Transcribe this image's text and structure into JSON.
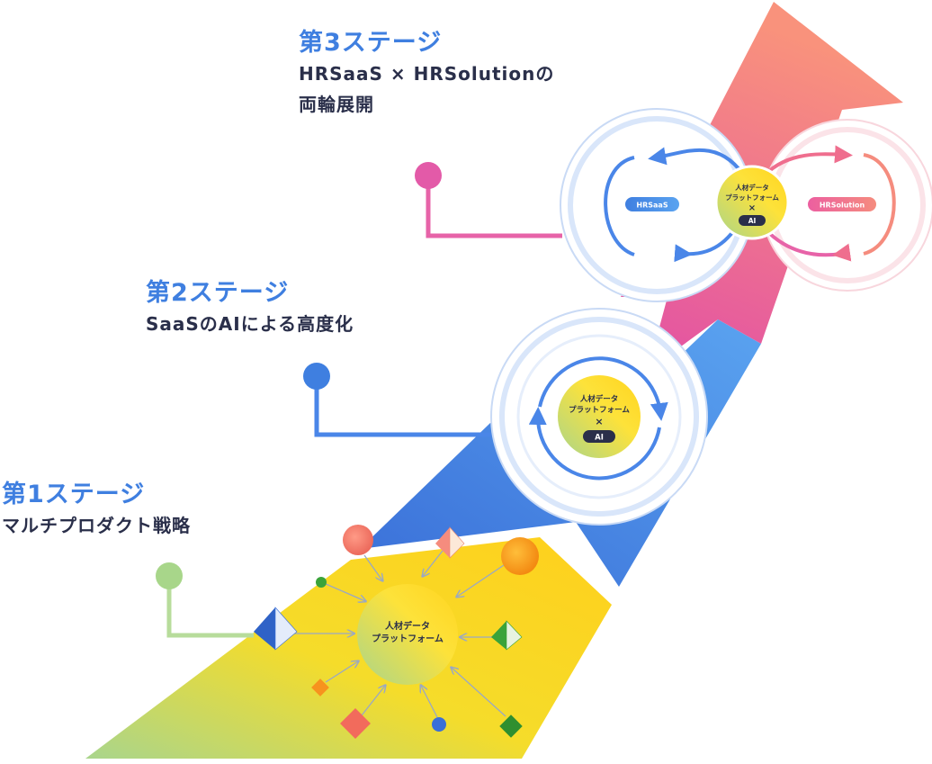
{
  "stages": [
    {
      "title": "第1ステージ",
      "description": "マルチプロダクト戦略",
      "color": "#a8d68a"
    },
    {
      "title": "第2ステージ",
      "description": "SaaSのAIによる高度化",
      "color": "#4a86e8"
    },
    {
      "title": "第3ステージ",
      "description": "HRSaaS × HRSolutionの",
      "description2": "両輪展開",
      "color": "#e763a8"
    }
  ],
  "stage1": {
    "hub_line1": "人材データ",
    "hub_line2": "プラットフォーム"
  },
  "stage2": {
    "hub_line1": "人材データ",
    "hub_line2": "プラットフォーム",
    "times": "×",
    "ai_badge": "AI"
  },
  "stage3": {
    "left_pill": "HRSaaS",
    "right_pill": "HRSolution",
    "hub_line1": "人材データ",
    "hub_line2": "プラットフォーム",
    "times": "×",
    "ai_badge": "AI"
  },
  "colors": {
    "title_blue": "#3f7fe0",
    "text_dark": "#2a2f4a",
    "yellow": "#ffd21f",
    "blue": "#4a86e8",
    "pink": "#e763a8",
    "coral": "#f58c7e",
    "green": "#a8d68a"
  }
}
